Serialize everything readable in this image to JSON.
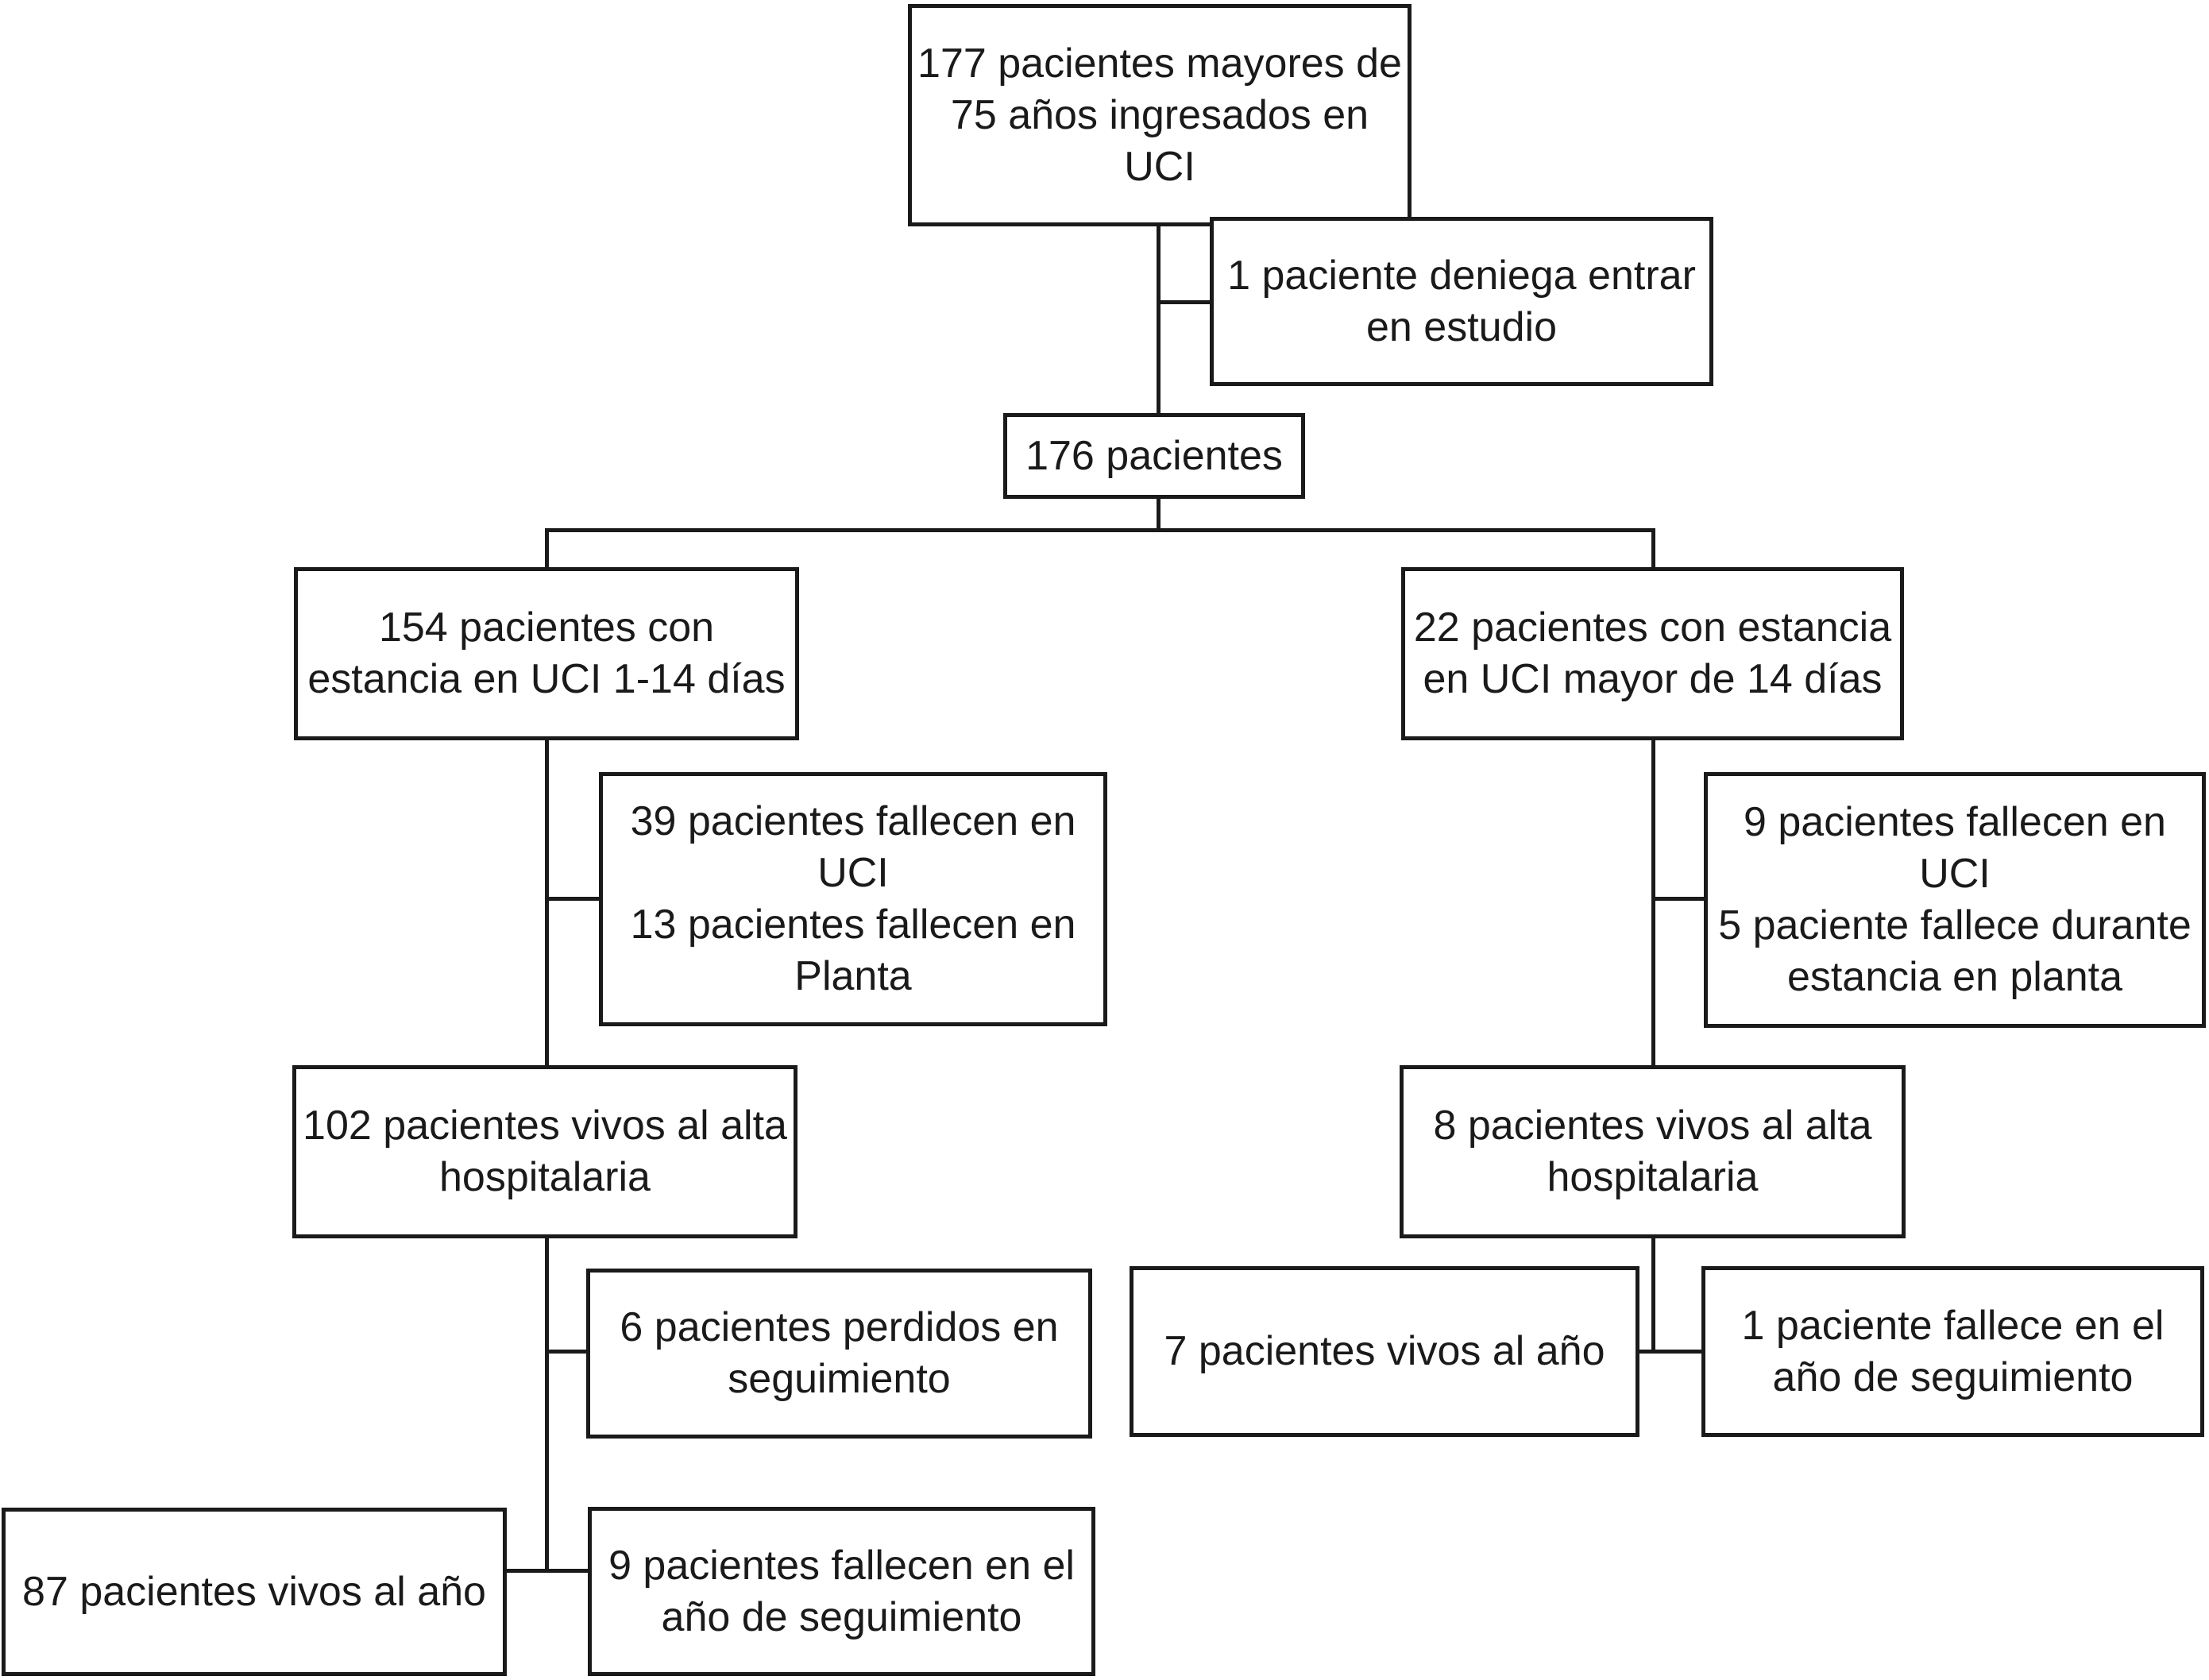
{
  "figure": {
    "type": "flowchart",
    "language": "es",
    "background_color": "#ffffff",
    "line_color": "#1a1a1a",
    "text_color": "#1a1a1a"
  },
  "nodes": {
    "admitted": {
      "lines": [
        "177 pacientes mayores de",
        "75 años ingresados en",
        "UCI"
      ]
    },
    "declined": {
      "lines": [
        "1 paciente deniega entrar",
        "en estudio"
      ]
    },
    "enrolled": {
      "lines": [
        "176 pacientes"
      ]
    },
    "short_stay": {
      "lines": [
        "154 pacientes con",
        "estancia en UCI 1-14 días"
      ]
    },
    "long_stay": {
      "lines": [
        "22 pacientes con estancia",
        "en UCI mayor de 14 días"
      ]
    },
    "short_stay_deaths": {
      "lines": [
        "39 pacientes fallecen en",
        "UCI",
        "13 pacientes fallecen en",
        "Planta"
      ]
    },
    "long_stay_deaths": {
      "lines": [
        "9 pacientes fallecen en",
        "UCI",
        "5 paciente fallece durante",
        "estancia en planta"
      ]
    },
    "short_stay_alive_discharge": {
      "lines": [
        "102 pacientes vivos al alta",
        "hospitalaria"
      ]
    },
    "long_stay_alive_discharge": {
      "lines": [
        "8 pacientes vivos al alta",
        "hospitalaria"
      ]
    },
    "lost_followup": {
      "lines": [
        "6 pacientes perdidos en",
        "seguimiento"
      ]
    },
    "long_stay_alive_year": {
      "lines": [
        "7 pacientes vivos al año"
      ]
    },
    "long_stay_death_year": {
      "lines": [
        "1 paciente fallece en el",
        "año de seguimiento"
      ]
    },
    "short_stay_alive_year": {
      "lines": [
        "87 pacientes vivos al año"
      ]
    },
    "short_stay_deaths_year": {
      "lines": [
        "9 pacientes fallecen en el",
        "año de seguimiento"
      ]
    }
  }
}
